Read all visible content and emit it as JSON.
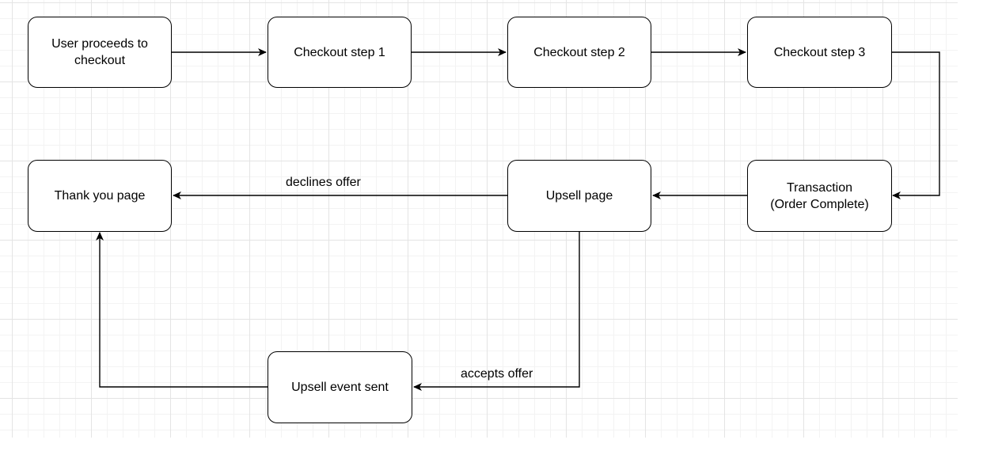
{
  "diagram": {
    "nodes": {
      "start": "User proceeds to\ncheckout",
      "step1": "Checkout step 1",
      "step2": "Checkout step 2",
      "step3": "Checkout step 3",
      "transaction": "Transaction\n(Order Complete)",
      "upsell": "Upsell page",
      "thankyou": "Thank you page",
      "upsell_event": "Upsell event sent"
    },
    "edge_labels": {
      "declines": "declines offer",
      "accepts": "accepts offer"
    },
    "colors": {
      "stroke": "#000000",
      "node_fill": "#ffffff",
      "grid": "#e4e4e4"
    }
  }
}
